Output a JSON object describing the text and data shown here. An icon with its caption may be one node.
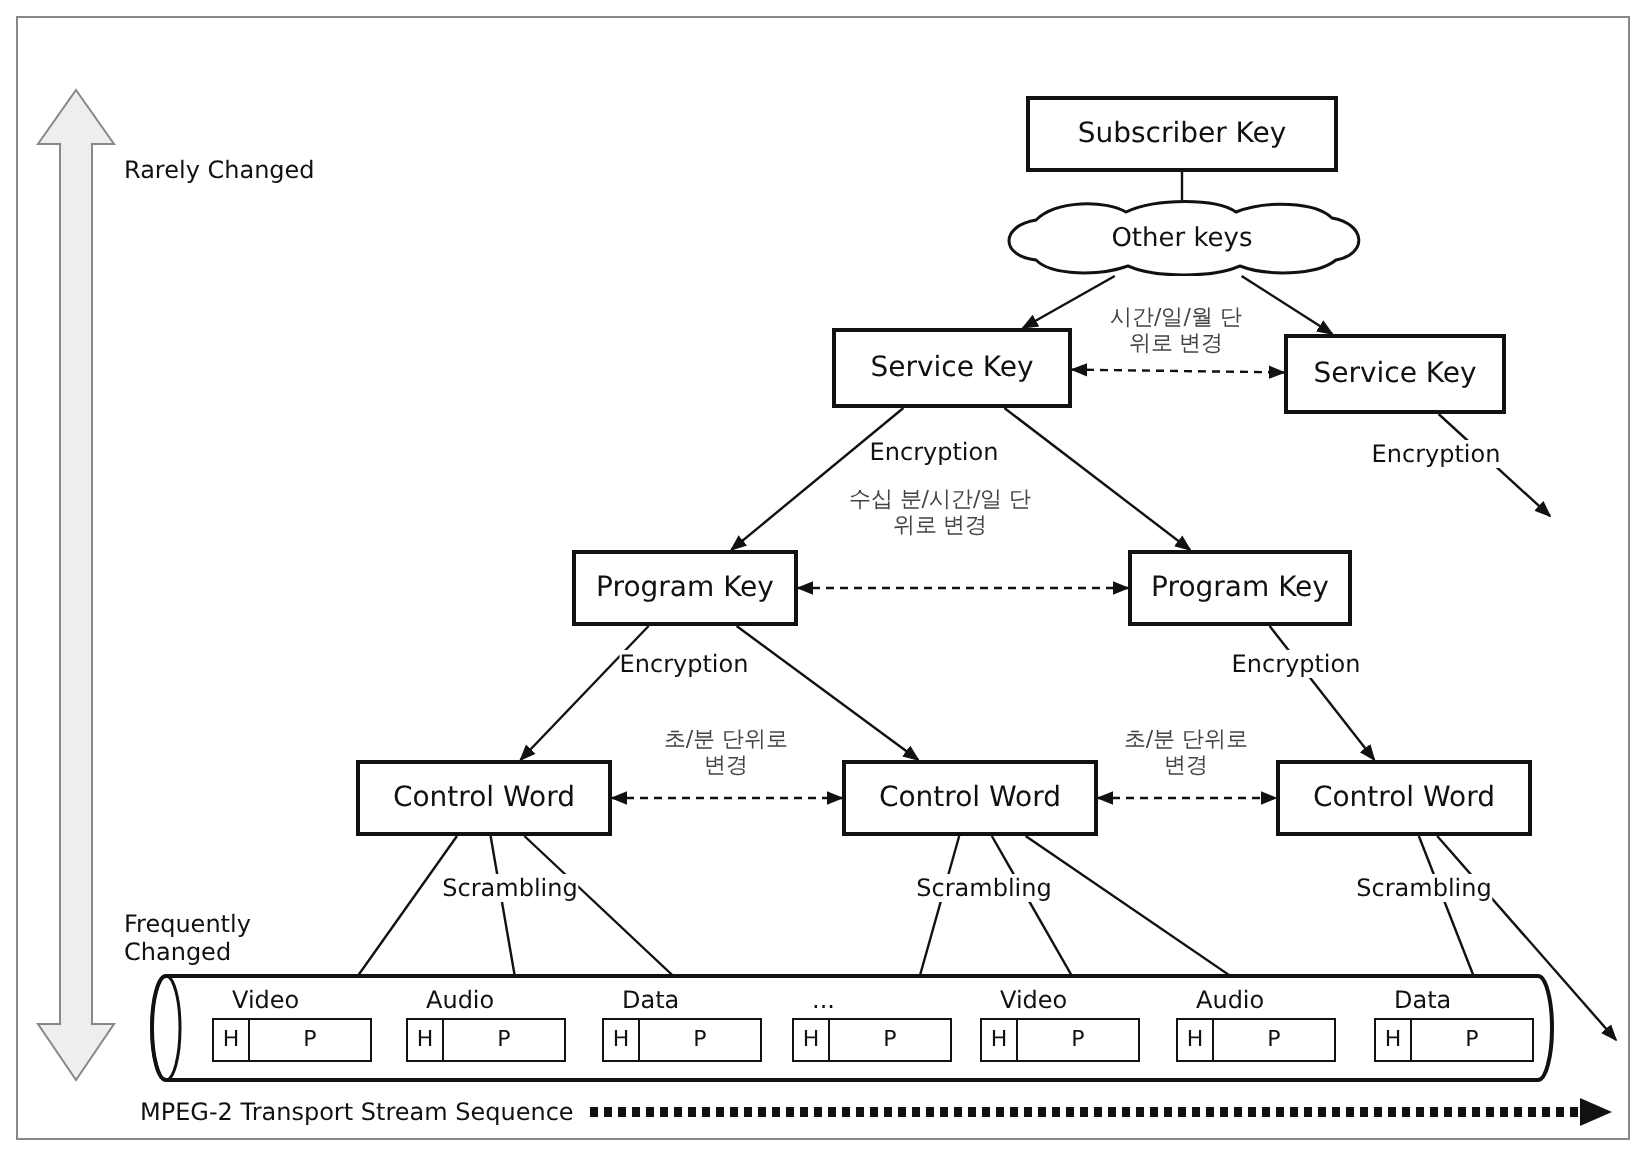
{
  "diagram": {
    "nodes": [
      {
        "text": [
          "Subscriber Key"
        ]
      },
      {
        "text": [
          "Other keys"
        ]
      },
      {
        "text": [
          "Service Key"
        ],
        "beside": [
          "Encryption"
        ]
      },
      {
        "text": [
          "Service Key"
        ],
        "beside": [
          "Encryption"
        ]
      },
      {
        "text": [
          "Program Key"
        ],
        "beside": [
          "Encryption"
        ]
      },
      {
        "text": [
          "Program Key"
        ],
        "beside": [
          "Encryption"
        ]
      },
      {
        "text": [
          "Control Word"
        ],
        "beside": [
          "Scrambling"
        ]
      },
      {
        "text": [
          "Control Word"
        ],
        "beside": [
          "Scrambling"
        ]
      },
      {
        "text": [
          "Control Word"
        ],
        "beside": [
          "Scrambling"
        ]
      },
      {
        "text": [],
        "shape": "cylinder"
      },
      {
        "text": [
          "H",
          "P"
        ],
        "beside": [
          "Video"
        ],
        "in": 9
      },
      {
        "text": [
          "H",
          "P"
        ],
        "beside": [
          "Audio"
        ],
        "in": 9
      },
      {
        "text": [
          "H",
          "P"
        ],
        "beside": [
          "Data"
        ],
        "in": 9
      },
      {
        "text": [
          "H",
          "P"
        ],
        "beside": [
          "..."
        ],
        "in": 9
      },
      {
        "text": [
          "H",
          "P"
        ],
        "beside": [
          "Video"
        ],
        "in": 9
      },
      {
        "text": [
          "H",
          "P"
        ],
        "beside": [
          "Audio"
        ],
        "in": 9
      },
      {
        "text": [
          "H",
          "P"
        ],
        "beside": [
          "Data"
        ],
        "in": 9
      }
    ],
    "edges": [
      {
        "from": 0,
        "to": 1,
        "arrow": "none"
      },
      {
        "from": 1,
        "to": 2,
        "arrow": "to"
      },
      {
        "from": 1,
        "to": 3,
        "arrow": "to"
      },
      {
        "from": 2,
        "to": 3,
        "arrow": "both",
        "style": "dashed",
        "label": "시간/일/월 단위로 변경"
      },
      {
        "from": 3,
        "to": null,
        "arrow": "to"
      },
      {
        "from": 2,
        "to": 4,
        "arrow": "to"
      },
      {
        "from": 2,
        "to": 5,
        "arrow": "to"
      },
      {
        "from": 4,
        "to": 5,
        "arrow": "both",
        "style": "dashed",
        "label": "수십 분/시간/일 단위로 변경"
      },
      {
        "from": 4,
        "to": 6,
        "arrow": "to"
      },
      {
        "from": 4,
        "to": 7,
        "arrow": "to"
      },
      {
        "from": 5,
        "to": 8,
        "arrow": "to"
      },
      {
        "from": 6,
        "to": 7,
        "arrow": "both",
        "style": "dashed",
        "label": "초/분 단위로 변경"
      },
      {
        "from": 7,
        "to": 8,
        "arrow": "both",
        "style": "dashed",
        "label": "초/분 단위로 변경"
      },
      {
        "from": 6,
        "to": 10,
        "arrow": "to"
      },
      {
        "from": 6,
        "to": 11,
        "arrow": "to"
      },
      {
        "from": 6,
        "to": 12,
        "arrow": "to"
      },
      {
        "from": 7,
        "to": 13,
        "arrow": "to"
      },
      {
        "from": 7,
        "to": 14,
        "arrow": "to"
      },
      {
        "from": 7,
        "to": 15,
        "arrow": "to"
      },
      {
        "from": 8,
        "to": 16,
        "arrow": "to"
      },
      {
        "from": 8,
        "to": null,
        "arrow": "to"
      }
    ],
    "labels": [
      "Rarely Changed",
      "Frequently Changed",
      "MPEG-2 Transport Stream Sequence"
    ]
  }
}
